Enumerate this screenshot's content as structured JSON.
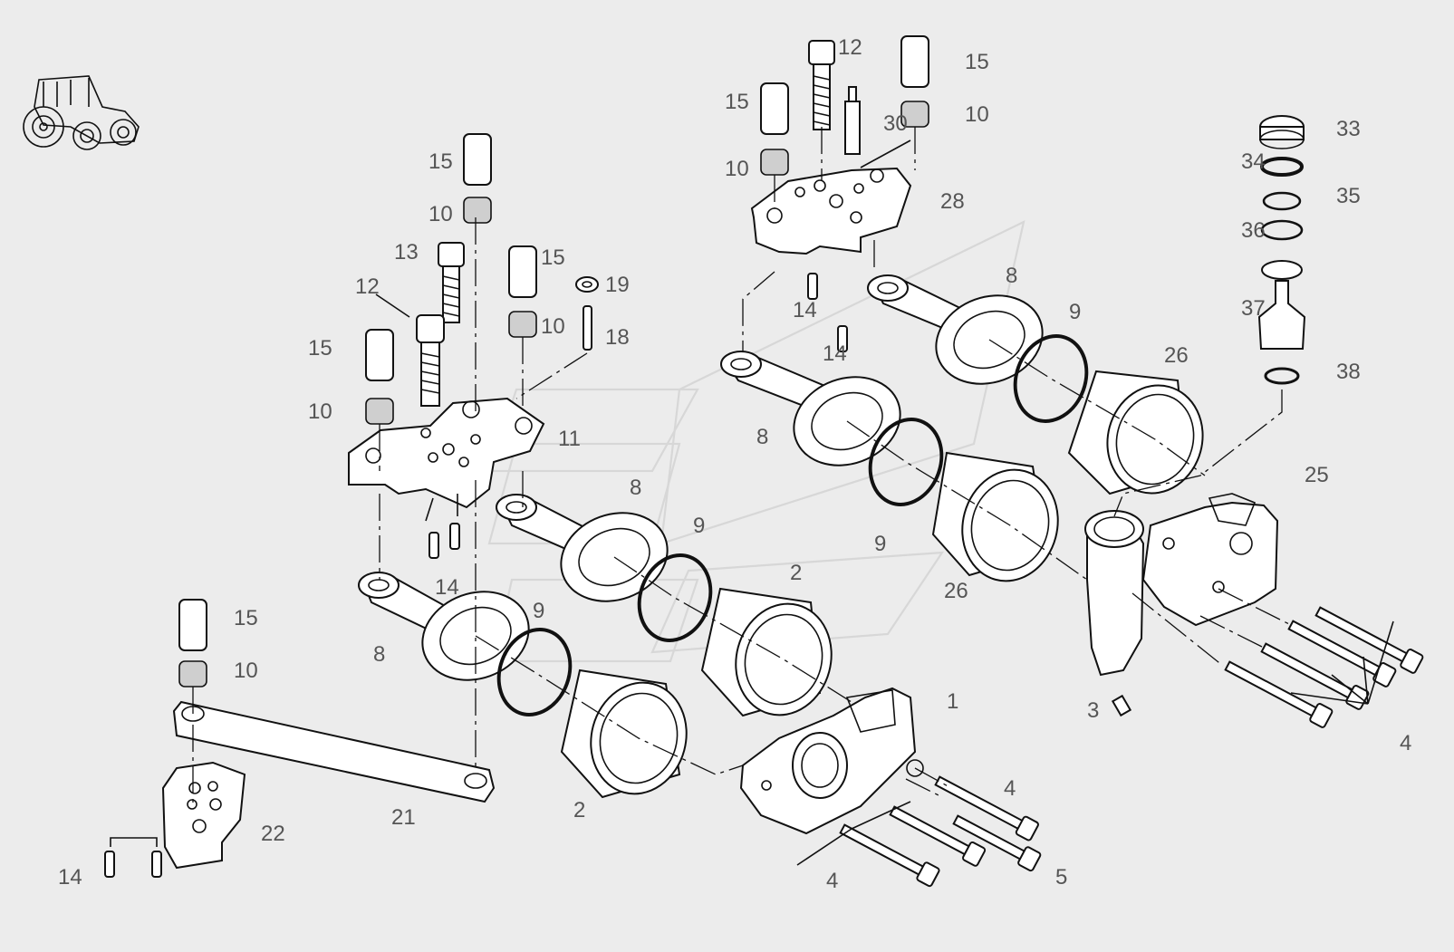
{
  "diagram": {
    "icon": "tractor-icon",
    "labels": [
      {
        "id": "l12a",
        "text": "12"
      },
      {
        "id": "l15a",
        "text": "15"
      },
      {
        "id": "l15b",
        "text": "15"
      },
      {
        "id": "l30",
        "text": "30"
      },
      {
        "id": "l10a",
        "text": "10"
      },
      {
        "id": "l10b",
        "text": "10"
      },
      {
        "id": "l28",
        "text": "28"
      },
      {
        "id": "l33",
        "text": "33"
      },
      {
        "id": "l34",
        "text": "34"
      },
      {
        "id": "l35",
        "text": "35"
      },
      {
        "id": "l36",
        "text": "36"
      },
      {
        "id": "l37",
        "text": "37"
      },
      {
        "id": "l38",
        "text": "38"
      },
      {
        "id": "l15c",
        "text": "15"
      },
      {
        "id": "l10c",
        "text": "10"
      },
      {
        "id": "l13",
        "text": "13"
      },
      {
        "id": "l15d",
        "text": "15"
      },
      {
        "id": "l19",
        "text": "19"
      },
      {
        "id": "l12b",
        "text": "12"
      },
      {
        "id": "l10d",
        "text": "10"
      },
      {
        "id": "l18",
        "text": "18"
      },
      {
        "id": "l15e",
        "text": "15"
      },
      {
        "id": "l10e",
        "text": "10"
      },
      {
        "id": "l11",
        "text": "11"
      },
      {
        "id": "l14a",
        "text": "14"
      },
      {
        "id": "l14b",
        "text": "14"
      },
      {
        "id": "l8a",
        "text": "8"
      },
      {
        "id": "l9a",
        "text": "9"
      },
      {
        "id": "l26a",
        "text": "26"
      },
      {
        "id": "l8b",
        "text": "8"
      },
      {
        "id": "l8c",
        "text": "8"
      },
      {
        "id": "l9b",
        "text": "9"
      },
      {
        "id": "l25",
        "text": "25"
      },
      {
        "id": "l14c",
        "text": "14"
      },
      {
        "id": "l9c",
        "text": "9"
      },
      {
        "id": "l2a",
        "text": "2"
      },
      {
        "id": "l26b",
        "text": "26"
      },
      {
        "id": "l9d",
        "text": "9"
      },
      {
        "id": "l15f",
        "text": "15"
      },
      {
        "id": "l10f",
        "text": "10"
      },
      {
        "id": "l8d",
        "text": "8"
      },
      {
        "id": "l1",
        "text": "1"
      },
      {
        "id": "l3",
        "text": "3"
      },
      {
        "id": "l4a",
        "text": "4"
      },
      {
        "id": "l4b",
        "text": "4"
      },
      {
        "id": "l2b",
        "text": "2"
      },
      {
        "id": "l21",
        "text": "21"
      },
      {
        "id": "l22",
        "text": "22"
      },
      {
        "id": "l14d",
        "text": "14"
      },
      {
        "id": "l4c",
        "text": "4"
      },
      {
        "id": "l5",
        "text": "5"
      }
    ]
  }
}
